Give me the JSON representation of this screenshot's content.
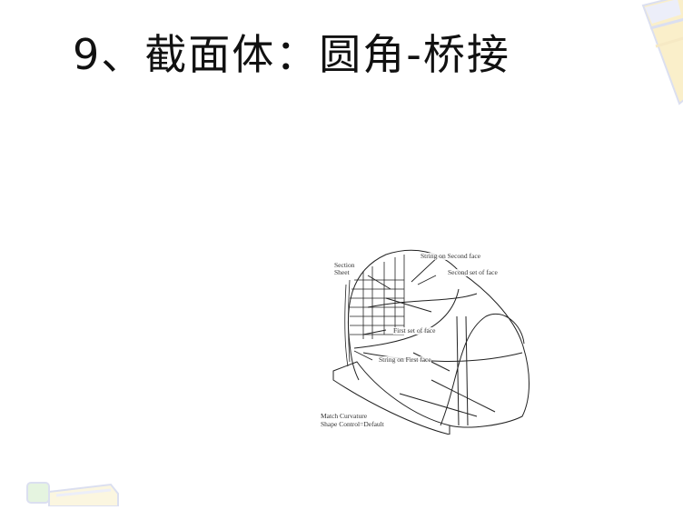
{
  "slide": {
    "title": "9、截面体：圆角-桥接",
    "figure": {
      "labels": {
        "section_sheet_line1": "Section",
        "section_sheet_line2": "Sheet",
        "string_on_second_face": "String on Second face",
        "second_set_of_face": "Second set of face",
        "first_set_of_face": "First set of face",
        "string_on_first_face": "String on First face",
        "match_curvature": "Match Curvature",
        "shape_control": "Shape Control=Default"
      }
    },
    "decorations": {
      "top_right": "pencil-decoration",
      "bottom_left": "pencil-decoration"
    },
    "colors": {
      "background": "#ffffff",
      "title": "#111111",
      "line_art": "#222222",
      "deco_yellow": "#f3d36b",
      "deco_blue": "#9aa6d6",
      "deco_green": "#9ad08a"
    }
  }
}
